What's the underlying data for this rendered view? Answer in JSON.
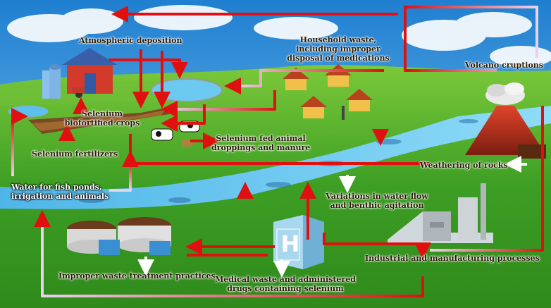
{
  "diagram": {
    "sources": {
      "atmospheric": "Atmospheric deposition",
      "household": [
        "Household waste,",
        "including improper",
        "disposal of medications"
      ],
      "volcano": "Volcano cruptions",
      "crops": [
        "Selenium",
        "biofortified crops"
      ],
      "fertilizers": "Selenium fertilizers",
      "animals": [
        "Selenium fed animal",
        "droppings and manure"
      ],
      "weathering": "Weathering of rocks",
      "water_use": [
        "Water for fish ponds,",
        "irrigation and animals"
      ],
      "flow": [
        "Variations in water flow",
        "and benthic agitation"
      ],
      "industrial": "Industrial and manufacturing processes",
      "waste_treatment": "Improper waste treatment practices",
      "medical": [
        "Medical waste and administered",
        "drugs containing selenium"
      ]
    },
    "building_signs": {
      "hospital": "H"
    },
    "colors": {
      "arrow_red": "#e01010",
      "arrow_fade": "#d9c4e6",
      "sky": "#2e8fd8",
      "grass": "#3ea42a",
      "river": "#5cc0ec"
    }
  }
}
